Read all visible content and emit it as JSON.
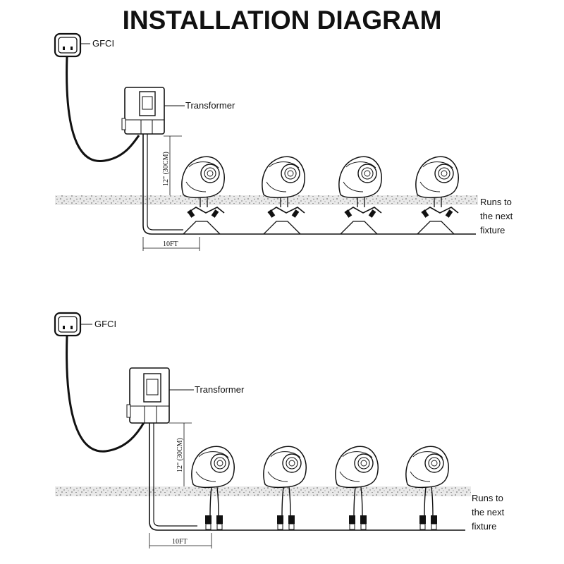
{
  "title": "INSTALLATION DIAGRAM",
  "diagrams": [
    {
      "gfci_label": "GFCI",
      "transformer_label": "Transformer",
      "height_label": "12\" (30CM)",
      "distance_label": "10FT",
      "runs_label": [
        "Runs to",
        "the next",
        "fixture"
      ]
    },
    {
      "gfci_label": "GFCI",
      "transformer_label": "Transformer",
      "height_label": "12\" (30CM)",
      "distance_label": "10FT",
      "runs_label": [
        "Runs to",
        "the next",
        "fixture"
      ]
    }
  ]
}
